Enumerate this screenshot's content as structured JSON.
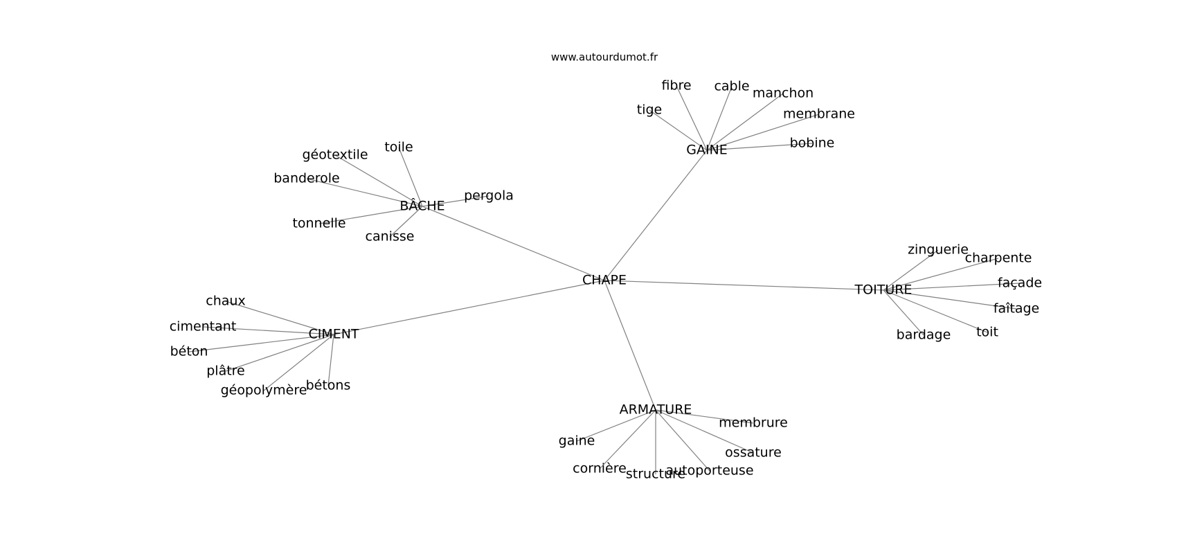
{
  "header": {
    "site_url": "www.autourdumot.fr"
  },
  "graph": {
    "center": "CHAPE",
    "groups": [
      {
        "hub": "BÂCHE",
        "words": [
          "géotextile",
          "toile",
          "banderole",
          "pergola",
          "tonnelle",
          "canisse"
        ]
      },
      {
        "hub": "GAINE",
        "words": [
          "fibre",
          "cable",
          "manchon",
          "tige",
          "membrane",
          "bobine"
        ]
      },
      {
        "hub": "TOITURE",
        "words": [
          "zinguerie",
          "charpente",
          "façade",
          "faîtage",
          "toit",
          "bardage"
        ]
      },
      {
        "hub": "CIMENT",
        "words": [
          "chaux",
          "cimentant",
          "béton",
          "plâtre",
          "géopolymère",
          "bétons"
        ]
      },
      {
        "hub": "ARMATURE",
        "words": [
          "membrure",
          "gaine",
          "ossature",
          "cornière",
          "structure",
          "autoporteuse"
        ]
      }
    ]
  },
  "colors": {
    "edge": "#808080",
    "text": "#000000",
    "background": "#ffffff"
  }
}
